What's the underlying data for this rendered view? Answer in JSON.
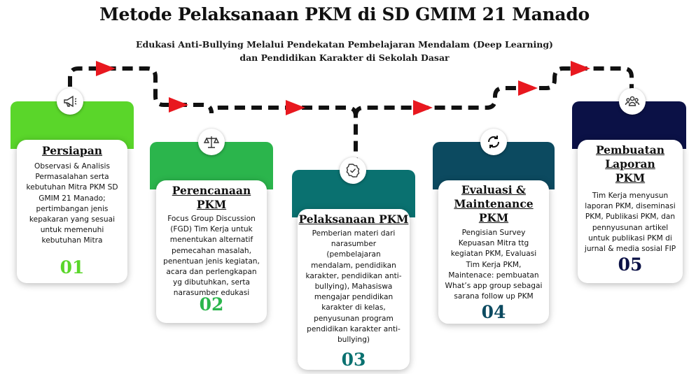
{
  "title": "Metode Pelaksanaan PKM di SD GMIM 21 Manado",
  "subtitle": "Edukasi Anti-Bullying Melalui Pendekatan Pembelajaran Mendalam (Deep Learning) dan Pendidikan Karakter di Sekolah Dasar",
  "colors": {
    "green_light": "#5ad62a",
    "green": "#2bb54c",
    "teal": "#0a7170",
    "dark_teal": "#0c4a60",
    "navy": "#0b1146",
    "arrow": "#e8181f",
    "path": "#111111"
  },
  "steps": [
    {
      "title": "Persiapan",
      "description": "Observasi & Analisis Permasalahan serta kebutuhan Mitra PKM SD GMIM 21 Manado; pertimbangan jenis kepakaran yang sesuai untuk memenuhi kebutuhan Mitra",
      "number": "01",
      "icon": "megaphone-icon"
    },
    {
      "title": "Perencanaan PKM",
      "description": "Focus Group Discussion (FGD) Tim Kerja untuk menentukan alternatif pemecahan masalah, penentuan jenis kegiatan, acara dan perlengkapan yg dibutuhkan, serta narasumber edukasi",
      "number": "02",
      "icon": "scales-icon"
    },
    {
      "title": "Pelaksanaan PKM",
      "description": "Pemberian materi dari narasumber (pembelajaran mendalam, pendidikan karakter, pendidikan anti-bullying), Mahasiswa mengajar pendidikan karakter di kelas, penyusunan program pendidikan karakter anti-bullying)",
      "number": "03",
      "icon": "badge-check-icon"
    },
    {
      "title": "Evaluasi & Maintenance PKM",
      "description": "Pengisian Survey Kepuasan Mitra ttg kegiatan PKM, Evaluasi Tim Kerja PKM, Maintenace: pembuatan What’s app group sebagai sarana follow up PKM",
      "number": "04",
      "icon": "refresh-icon"
    },
    {
      "title": "Pembuatan Laporan PKM",
      "description": "Tim Kerja menyusun laporan PKM, diseminasi PKM, Publikasi PKM, dan pennyusunan artikel untuk publikasi PKM di jurnal & media sosial FIP",
      "number": "05",
      "icon": "team-icon"
    }
  ]
}
